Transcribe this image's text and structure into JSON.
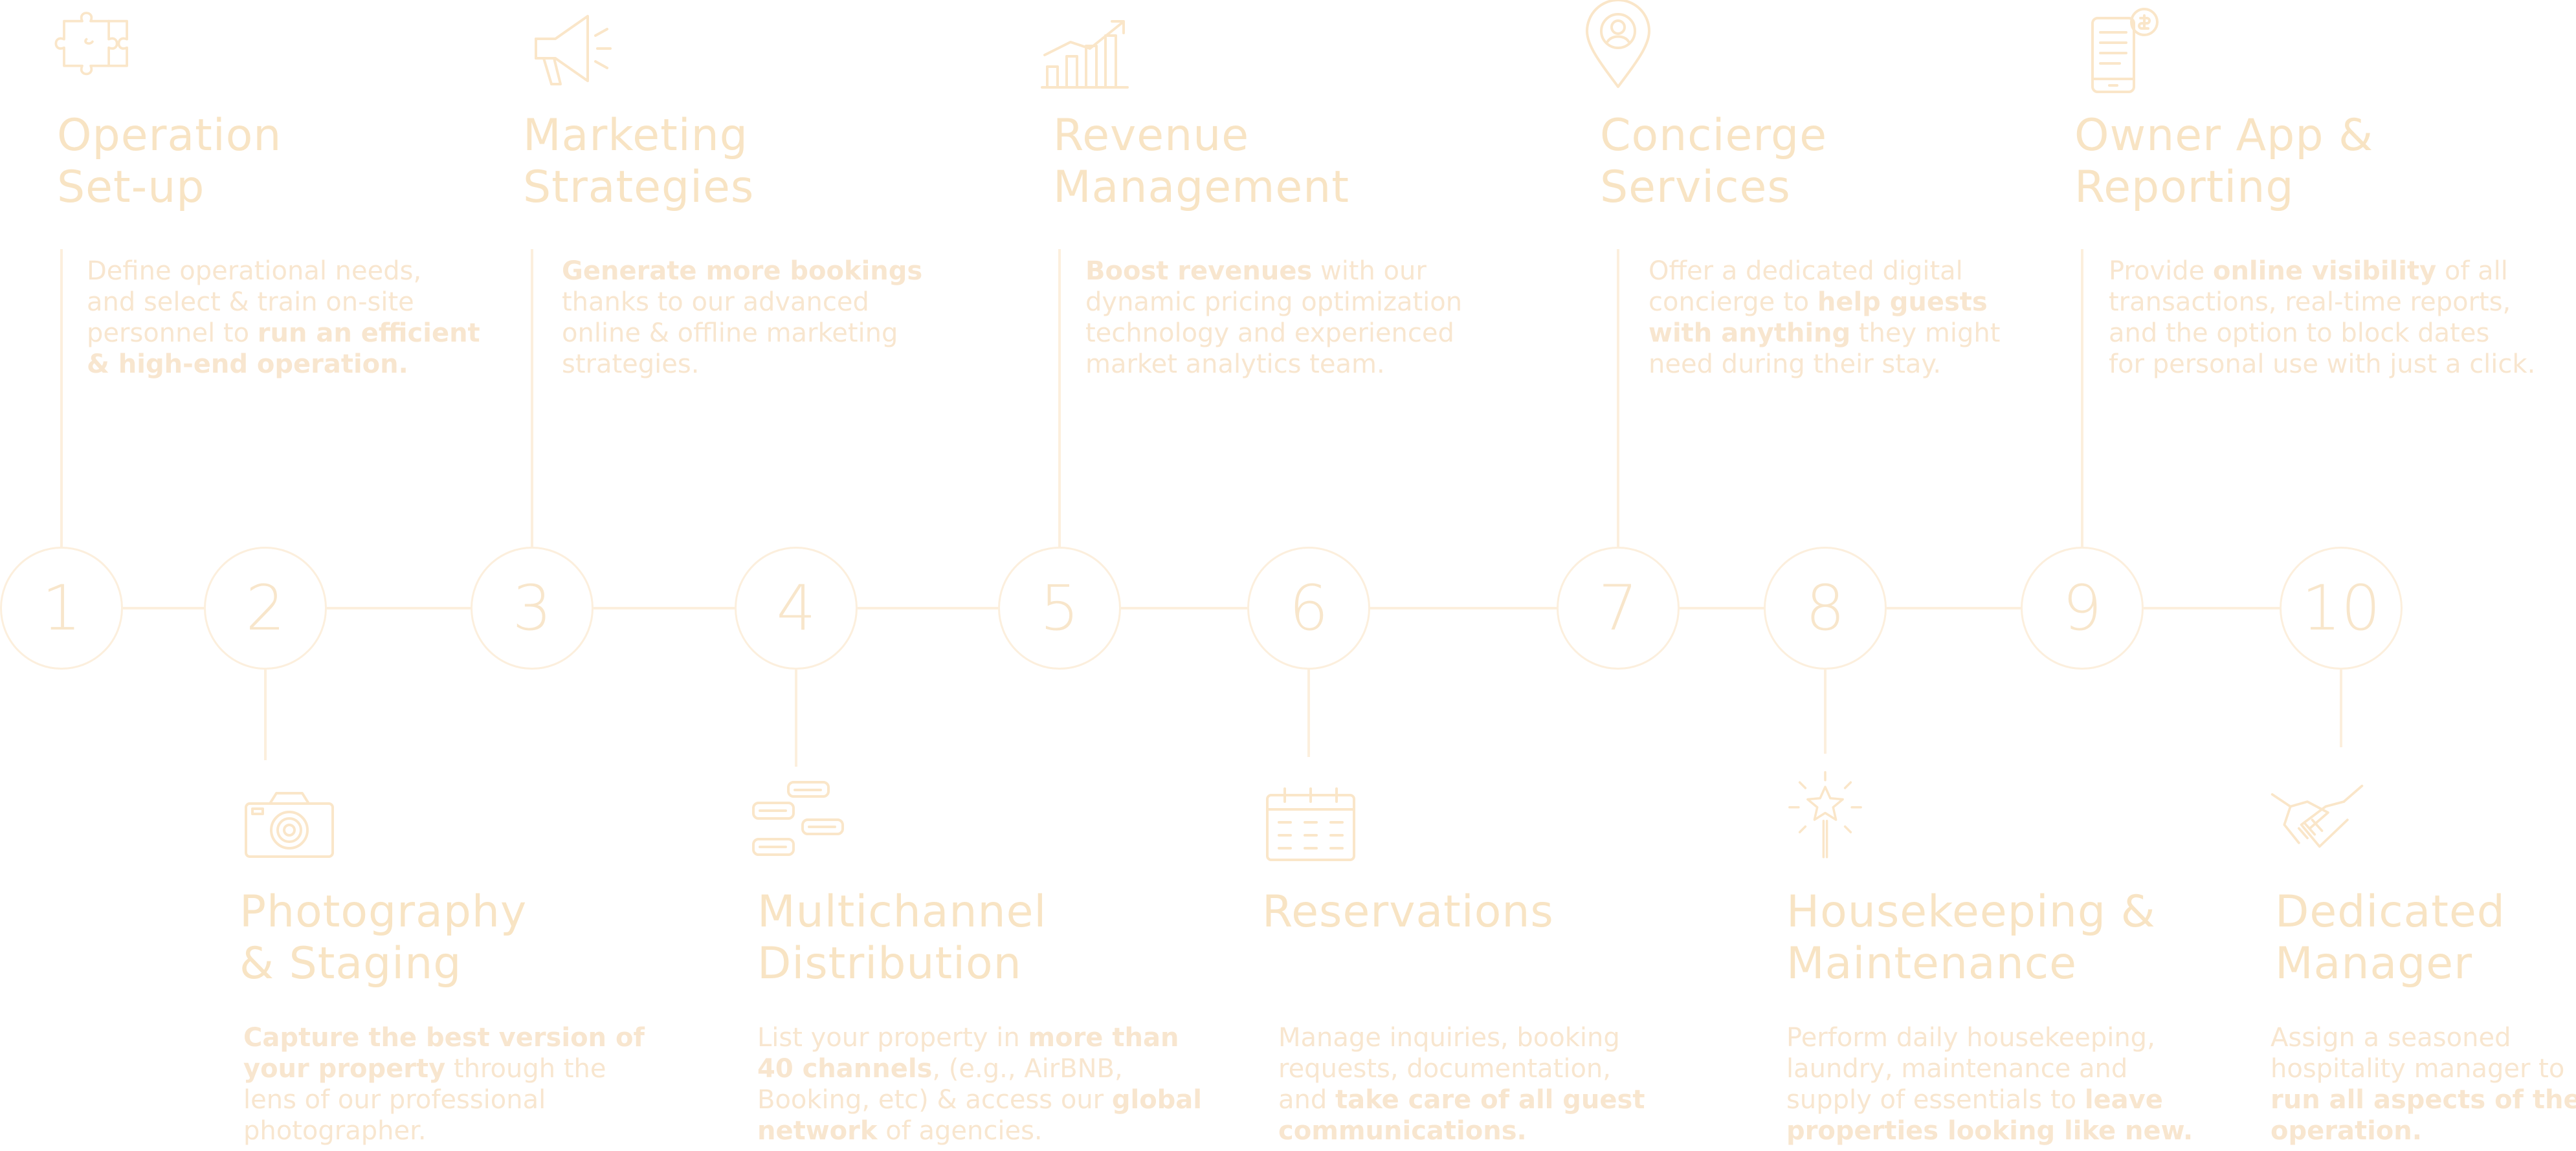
{
  "colors": {
    "accent": "#f8e4c4",
    "line": "#fcefdd"
  },
  "steps": [
    {
      "number": "1",
      "icon": "puzzle-icon",
      "title": [
        "Operation",
        "Set-up"
      ],
      "desc": [
        [
          [
            "Define operational needs,",
            false
          ]
        ],
        [
          [
            "and select & train on-site",
            false
          ]
        ],
        [
          [
            "personnel to ",
            false
          ],
          [
            "run an efficient",
            true
          ]
        ],
        [
          [
            "& high-end operation.",
            true
          ]
        ]
      ]
    },
    {
      "number": "2",
      "icon": "camera-icon",
      "title": [
        "Photography",
        "& Staging"
      ],
      "desc": [
        [
          [
            "Capture the best version of",
            true
          ]
        ],
        [
          [
            "your property",
            true
          ],
          [
            " through the",
            false
          ]
        ],
        [
          [
            "lens of our professional",
            false
          ]
        ],
        [
          [
            "photographer.",
            false
          ]
        ]
      ]
    },
    {
      "number": "3",
      "icon": "megaphone-icon",
      "title": [
        "Marketing",
        "Strategies"
      ],
      "desc": [
        [
          [
            "Generate more bookings",
            true
          ]
        ],
        [
          [
            "thanks to our advanced",
            false
          ]
        ],
        [
          [
            "online & offline marketing",
            false
          ]
        ],
        [
          [
            "strategies.",
            false
          ]
        ]
      ]
    },
    {
      "number": "4",
      "icon": "chat-bubbles-icon",
      "title": [
        "Multichannel",
        "Distribution"
      ],
      "desc": [
        [
          [
            "List your property in ",
            false
          ],
          [
            "more than",
            true
          ]
        ],
        [
          [
            "40 channels",
            true
          ],
          [
            ", (e.g., AirBNB,",
            false
          ]
        ],
        [
          [
            "Booking, etc) & access our ",
            false
          ],
          [
            "global",
            true
          ]
        ],
        [
          [
            "network",
            true
          ],
          [
            " of agencies.",
            false
          ]
        ]
      ]
    },
    {
      "number": "5",
      "icon": "growth-chart-icon",
      "title": [
        "Revenue",
        "Management"
      ],
      "desc": [
        [
          [
            "Boost revenues",
            true
          ],
          [
            " with our",
            false
          ]
        ],
        [
          [
            "dynamic pricing optimization",
            false
          ]
        ],
        [
          [
            "technology and experienced",
            false
          ]
        ],
        [
          [
            "market analytics team.",
            false
          ]
        ]
      ]
    },
    {
      "number": "6",
      "icon": "calendar-icon",
      "title": [
        "Reservations"
      ],
      "desc": [
        [
          [
            "Manage inquiries, booking",
            false
          ]
        ],
        [
          [
            "requests, documentation,",
            false
          ]
        ],
        [
          [
            "and ",
            false
          ],
          [
            "take care of all guest",
            true
          ]
        ],
        [
          [
            "communications.",
            true
          ]
        ]
      ]
    },
    {
      "number": "7",
      "icon": "location-pin-icon",
      "title": [
        "Concierge",
        "Services"
      ],
      "desc": [
        [
          [
            "Offer a dedicated digital",
            false
          ]
        ],
        [
          [
            "concierge to ",
            false
          ],
          [
            "help guests",
            true
          ]
        ],
        [
          [
            "with anything",
            true
          ],
          [
            " they might",
            false
          ]
        ],
        [
          [
            "need during their stay.",
            false
          ]
        ]
      ]
    },
    {
      "number": "8",
      "icon": "magic-wand-star-icon",
      "title": [
        "Housekeeping &",
        "Maintenance"
      ],
      "desc": [
        [
          [
            "Perform daily housekeeping,",
            false
          ]
        ],
        [
          [
            "laundry, maintenance and",
            false
          ]
        ],
        [
          [
            "supply of essentials to ",
            false
          ],
          [
            "leave",
            true
          ]
        ],
        [
          [
            "properties looking like new.",
            true
          ]
        ]
      ]
    },
    {
      "number": "9",
      "icon": "phone-dollar-icon",
      "title": [
        "Owner App &",
        "Reporting"
      ],
      "desc": [
        [
          [
            "Provide ",
            false
          ],
          [
            "online visibility",
            true
          ],
          [
            " of all",
            false
          ]
        ],
        [
          [
            "transactions, real-time reports,",
            false
          ]
        ],
        [
          [
            "and the option to block dates",
            false
          ]
        ],
        [
          [
            "for personal use with just a click.",
            false
          ]
        ]
      ]
    },
    {
      "number": "10",
      "icon": "handshake-icon",
      "title": [
        "Dedicated",
        "Manager"
      ],
      "desc": [
        [
          [
            "Assign a seasoned",
            false
          ]
        ],
        [
          [
            "hospitality manager to",
            false
          ]
        ],
        [
          [
            "run all aspects of the",
            true
          ]
        ],
        [
          [
            "operation.",
            true
          ]
        ]
      ]
    }
  ]
}
